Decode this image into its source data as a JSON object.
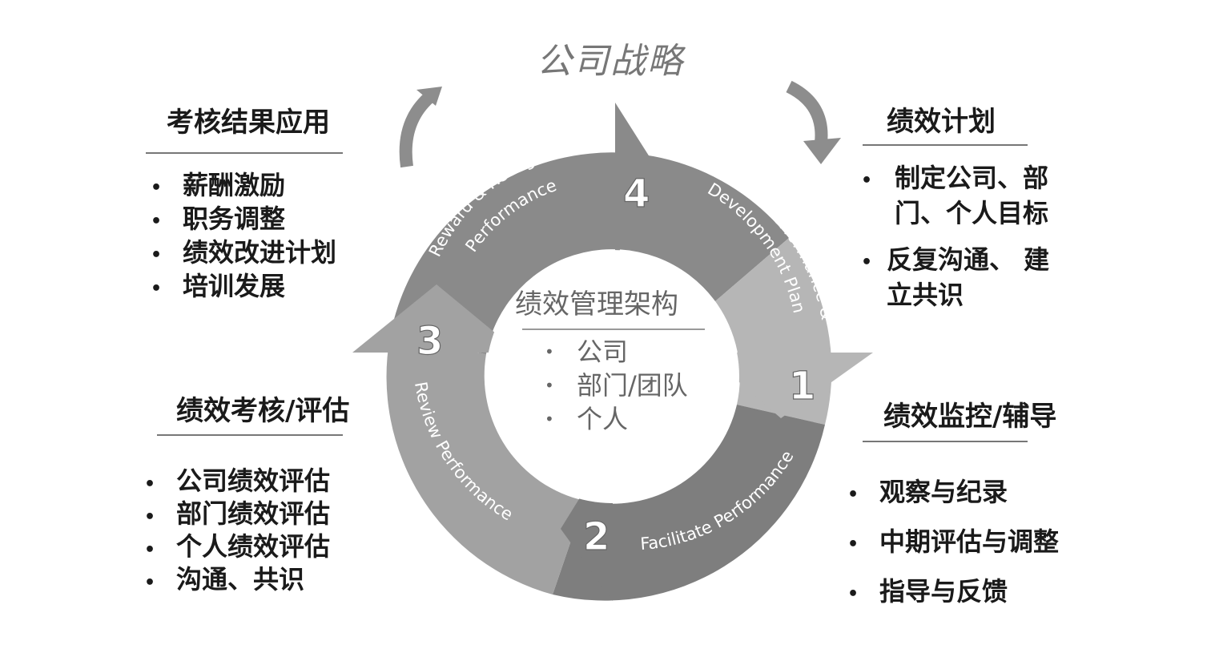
{
  "title": "公司战略",
  "center": {
    "title": "绩效管理架构",
    "items": [
      "公司",
      "部门/团队",
      "个人"
    ]
  },
  "cycle": {
    "segments": [
      {
        "number": "1",
        "label_lines": [
          "Establish Performance &",
          "Development Plan"
        ]
      },
      {
        "number": "2",
        "label_lines": [
          "Facilitate Performance"
        ]
      },
      {
        "number": "3",
        "label_lines": [
          "Review Performance"
        ]
      },
      {
        "number": "4",
        "label_lines": [
          "Reward & Recognize",
          "Performance"
        ]
      }
    ]
  },
  "panels": {
    "top_left": {
      "heading": "考核结果应用",
      "items": [
        "薪酬激励",
        "职务调整",
        "绩效改进计划",
        "培训发展"
      ]
    },
    "top_right": {
      "heading": "绩效计划",
      "items": [
        {
          "lines": [
            "制定公司、部",
            "门、个人目标"
          ]
        },
        {
          "lines": [
            "反复沟通、 建",
            "立共识"
          ]
        }
      ]
    },
    "bottom_left": {
      "heading": "绩效考核/评估",
      "items": [
        "公司绩效评估",
        "部门绩效评估",
        "个人绩效评估",
        "沟通、共识"
      ]
    },
    "bottom_right": {
      "heading": "绩效监控/辅导",
      "items": [
        "观察与纪录",
        "中期评估与调整",
        "指导与反馈"
      ]
    }
  },
  "colors": {
    "segment_top": "#8a8a8a",
    "segment_right": "#b6b6b6",
    "segment_bottom": "#7e7e7e",
    "segment_left": "#a2a2a2",
    "curved_arrows": "#8d8d8d"
  }
}
